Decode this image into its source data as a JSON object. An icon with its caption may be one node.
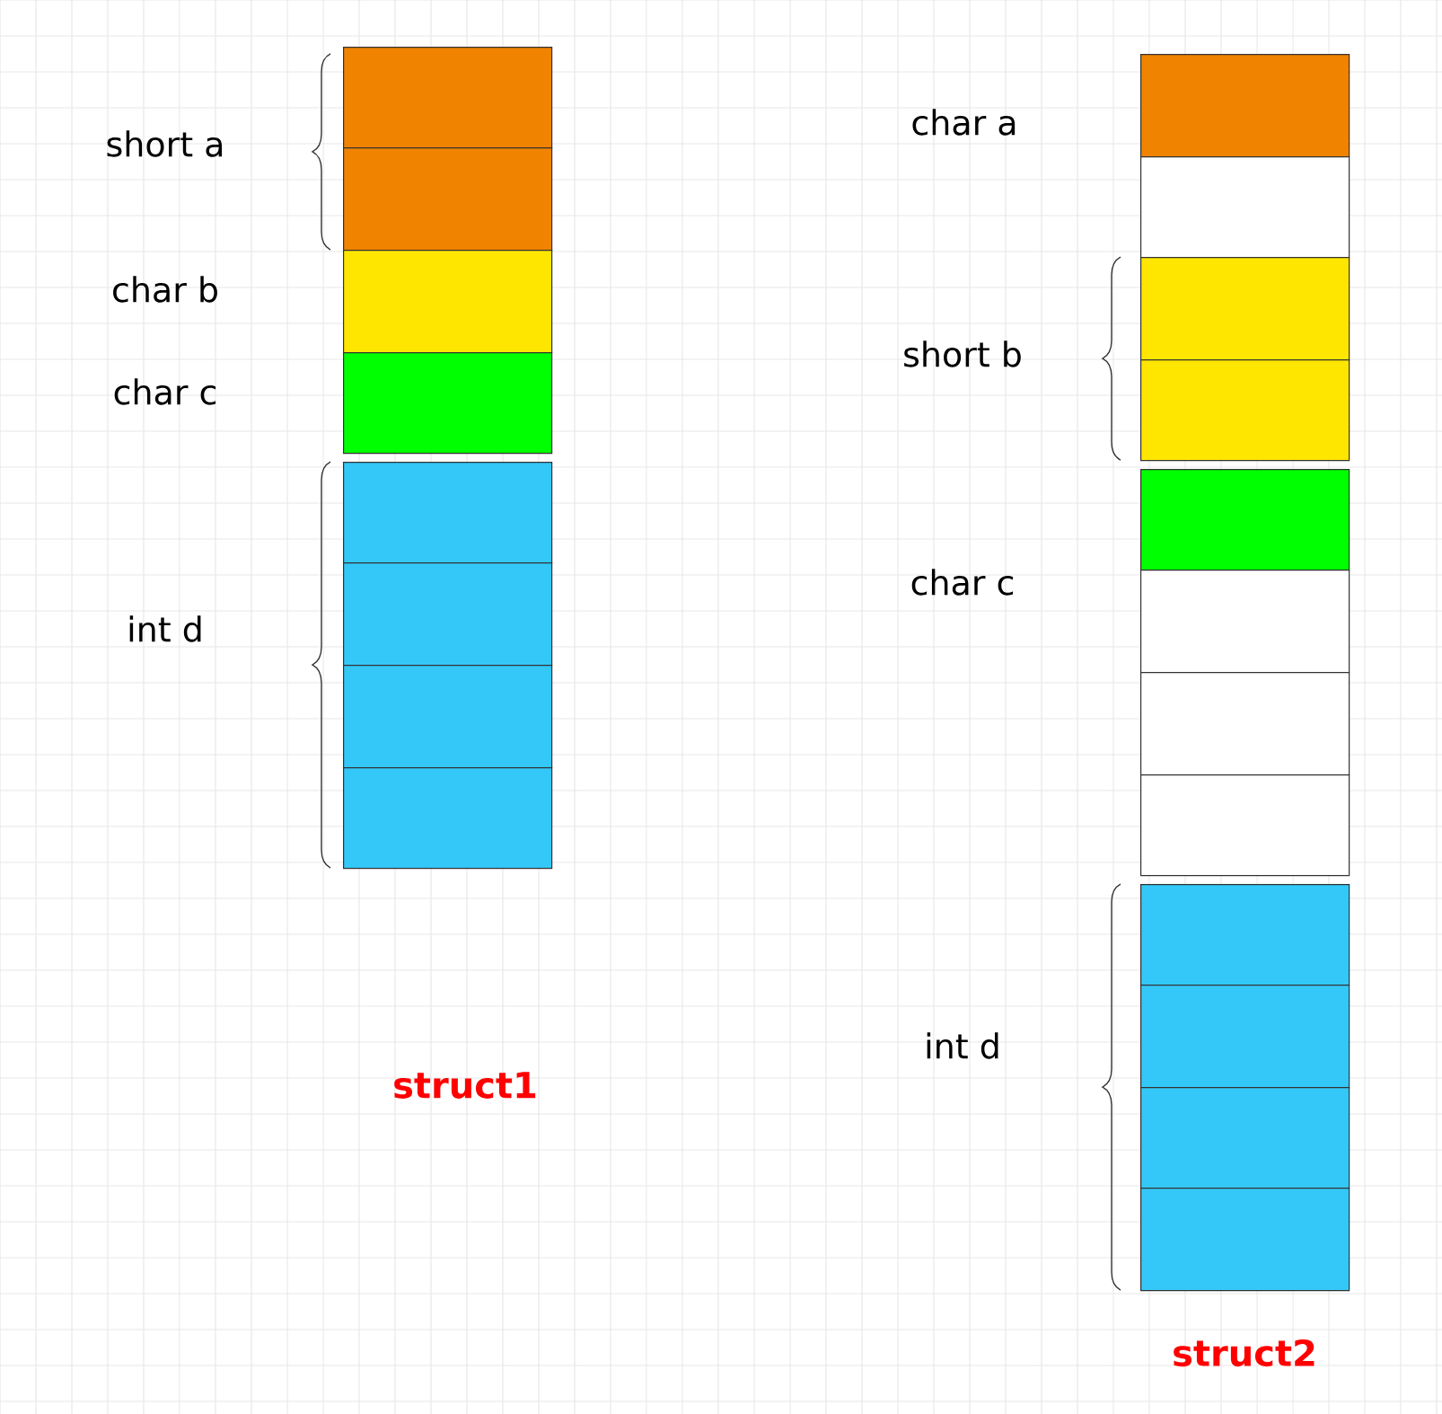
{
  "diagram": {
    "nodes": [
      {
        "text": [],
        "shape": "box"
      },
      {
        "text": [],
        "shape": "box"
      },
      {
        "text": [],
        "shape": "box"
      },
      {
        "text": [],
        "shape": "box"
      },
      {
        "text": [],
        "shape": "box"
      },
      {
        "text": [],
        "shape": "box"
      },
      {
        "text": [],
        "shape": "box"
      },
      {
        "text": [],
        "shape": "box"
      },
      {
        "text": [],
        "shape": "box"
      },
      {
        "text": [],
        "shape": "box"
      },
      {
        "text": [],
        "shape": "box"
      },
      {
        "text": [],
        "shape": "box"
      },
      {
        "text": [],
        "shape": "box"
      },
      {
        "text": [],
        "shape": "box"
      },
      {
        "text": [],
        "shape": "box"
      },
      {
        "text": [],
        "shape": "box"
      },
      {
        "text": [],
        "shape": "box"
      },
      {
        "text": [],
        "shape": "box"
      },
      {
        "text": [],
        "shape": "box"
      },
      {
        "text": [],
        "shape": "box"
      }
    ],
    "labels": [
      "short a",
      "char b",
      "char c",
      "int d",
      "struct1",
      "char a",
      "short b",
      "char c",
      "int d",
      "struct2"
    ]
  }
}
